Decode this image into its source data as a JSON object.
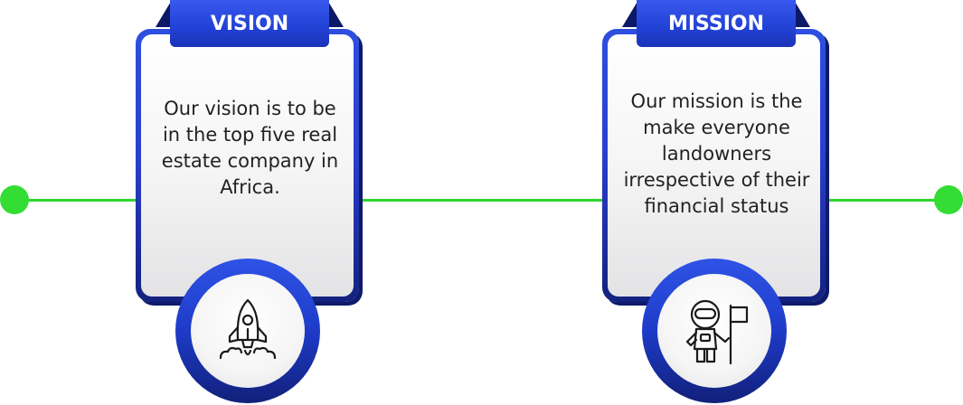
{
  "cards": [
    {
      "title": "VISION",
      "description": "Our vision is to be in the top five real estate company in Africa.",
      "icon": "rocket-icon"
    },
    {
      "title": "MISSION",
      "description": "Our mission is the make everyone landowners irrespective of their financial status",
      "icon": "astronaut-flag-icon"
    }
  ],
  "colors": {
    "line": "#2fd52f",
    "dot": "#33dd33",
    "frame_blue": "#2a3fcf",
    "frame_dark": "#13227f",
    "text": "#222222"
  }
}
